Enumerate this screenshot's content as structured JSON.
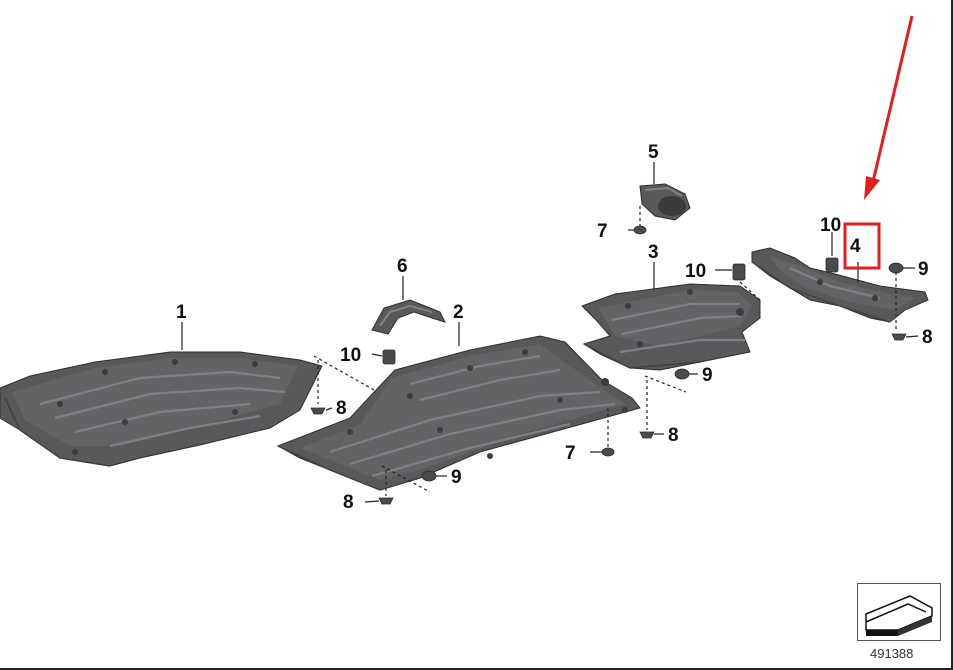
{
  "diagram": {
    "callouts": {
      "p1": "1",
      "p2": "2",
      "p3": "3",
      "p4": "4",
      "p5": "5",
      "p6": "6",
      "p7a": "7",
      "p7b": "7",
      "p8a": "8",
      "p8b": "8",
      "p8c": "8",
      "p8d": "8",
      "p9a": "9",
      "p9b": "9",
      "p9c": "9",
      "p10a": "10",
      "p10b": "10",
      "p10c": "10"
    },
    "highlighted_part": "4",
    "highlight_color": "#e41d1d",
    "arrow_color": "#e41d1d",
    "part_color": "#58595b",
    "reference_number": "491388"
  }
}
